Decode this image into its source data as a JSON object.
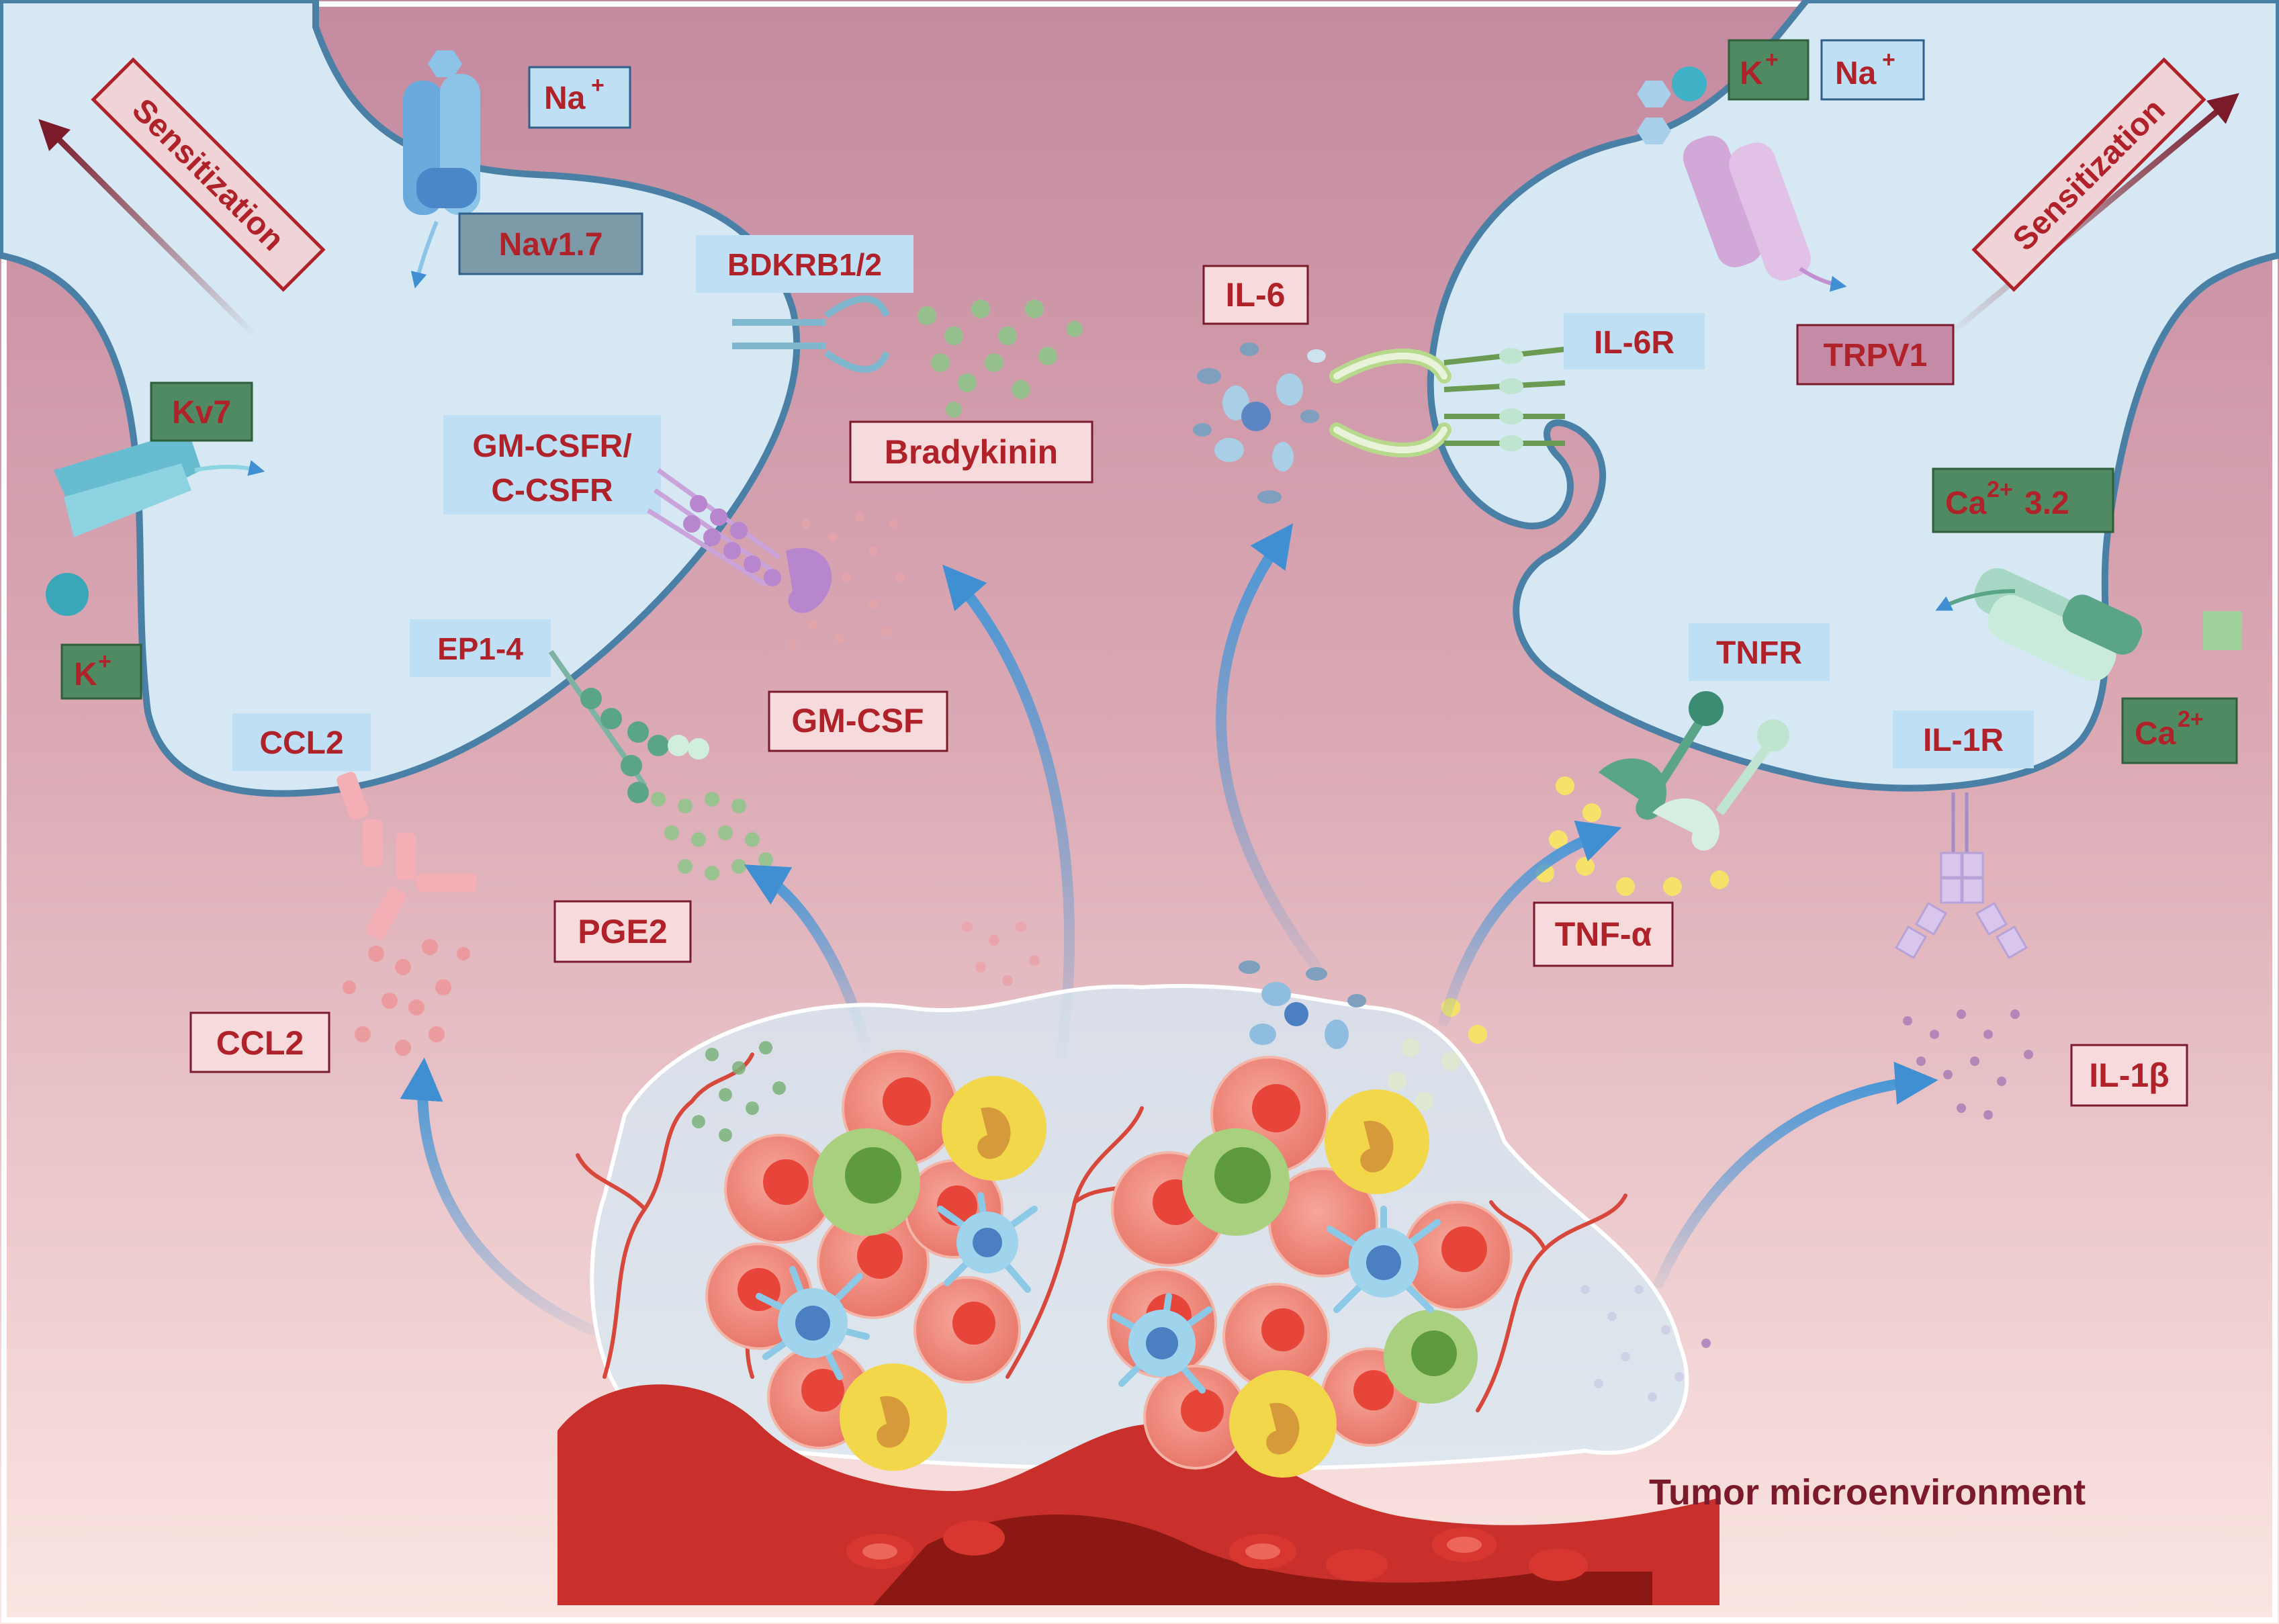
{
  "neuron_left": {
    "sensitization": "Sensitization",
    "ions": {
      "na": "Na",
      "na_sup": "+",
      "k": "K",
      "k_sup": "+"
    },
    "receptors": {
      "nav17": "Nav1.7",
      "kv7": "Kv7",
      "bdkrb": "BDKRB1/2",
      "gmcsfr_line1": "GM-CSFR/",
      "gmcsfr_line2": "C-CSFR",
      "ep": "EP1-4",
      "ccl2r": "CCL2"
    }
  },
  "neuron_right": {
    "sensitization": "Sensitization",
    "ions": {
      "k": "K",
      "k_sup": "+",
      "na": "Na",
      "na_sup": "+",
      "ca": "Ca",
      "ca_sup": "2+"
    },
    "receptors": {
      "trpv1": "TRPV1",
      "il6r": "IL-6R",
      "cav_base": "Ca",
      "cav_sup": "2+",
      "cav_rest": "3.2",
      "tnfr": "TNFR",
      "il1r": "IL-1R"
    }
  },
  "mediators": {
    "bradykinin": "Bradykinin",
    "gmcsf": "GM-CSF",
    "pge2": "PGE2",
    "ccl2": "CCL2",
    "il6": "IL-6",
    "tnfa": "TNF-α",
    "il1b": "IL-1β"
  },
  "tumor": {
    "label": "Tumor microenvironment"
  },
  "colors": {
    "bg_top": "#c48aa0",
    "bg_bottom": "#fbe3e0",
    "neuron_fill": "#d6e8f3",
    "neuron_stroke": "#4a7fa6",
    "label_red": "#b0222a",
    "blue_label_bg": "#bfe0f4",
    "green_label_bg": "#4f8a63",
    "arrow_blue": "#4a97d6"
  }
}
